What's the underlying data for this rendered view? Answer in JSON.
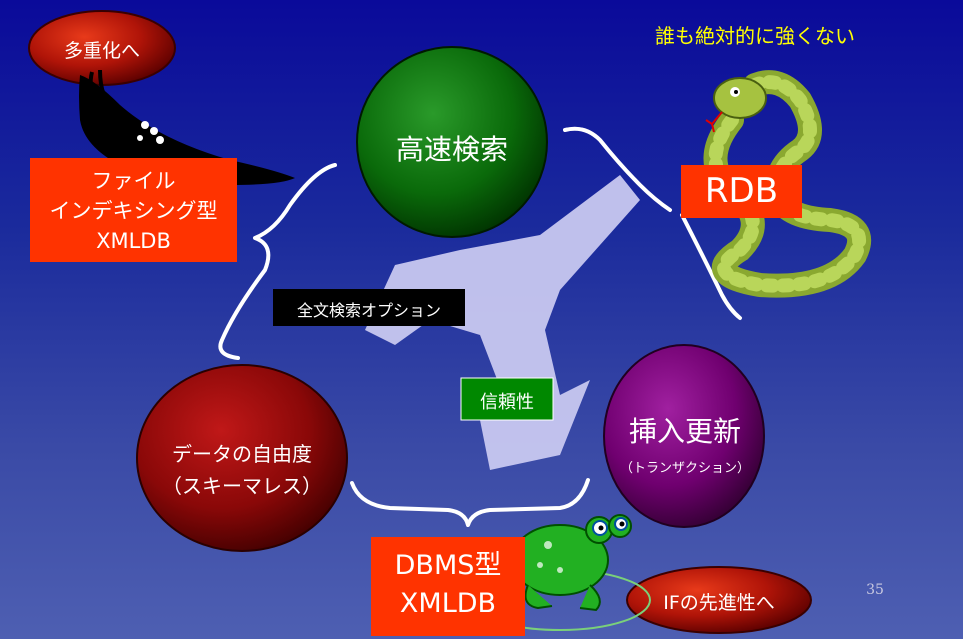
{
  "bubbles": {
    "multiplex": "多重化へ",
    "if_progress": "IFの先進性へ"
  },
  "tagline": "誰も絶対的に強くない",
  "circles": {
    "fast_search": "高速検索",
    "insert_update": "挿入更新",
    "transaction": "（トランザクション）",
    "data_freedom": "データの自由度",
    "schemaless": "（スキーマレス）"
  },
  "boxes": {
    "file_indexing": "ファイル\nインデキシング型\nXMLDB",
    "rdb": "RDB",
    "dbms_xmldb": "DBMS型\nXMLDB"
  },
  "labels": {
    "fulltext_option": "全文検索オプション",
    "reliability": "信頼性"
  },
  "page_number": "35",
  "colors": {
    "background": "#1a2a9c",
    "box_orange": "#ff3300",
    "tagline_yellow": "#ffff00",
    "reliability_green": "#008800",
    "arrow_lavender": "#c8c8f0"
  },
  "icons": [
    "slug-icon",
    "snake-icon",
    "frog-icon"
  ]
}
